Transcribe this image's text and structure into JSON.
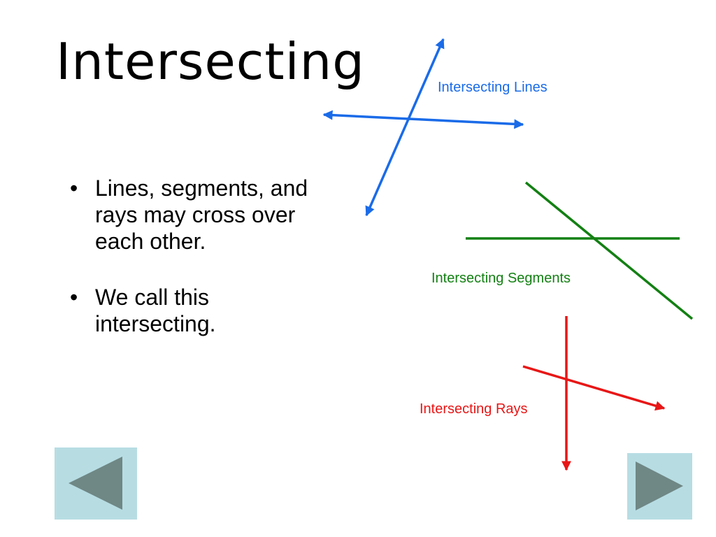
{
  "slide": {
    "title": "Intersecting",
    "bullets": [
      "Lines, segments, and rays may cross over each other.",
      "We call this intersecting."
    ],
    "bullet_glyph": "•"
  },
  "figures": {
    "lines": {
      "caption": "Intersecting Lines",
      "color": "#1a6be8"
    },
    "segments": {
      "caption": "Intersecting Segments",
      "color": "#138013"
    },
    "rays": {
      "caption": "Intersecting Rays",
      "color": "#e81616"
    }
  },
  "navigation": {
    "prev_icon": "triangle-left-icon",
    "next_icon": "triangle-right-icon",
    "button_color": "#b7dde3",
    "arrow_color": "#6f8785"
  }
}
